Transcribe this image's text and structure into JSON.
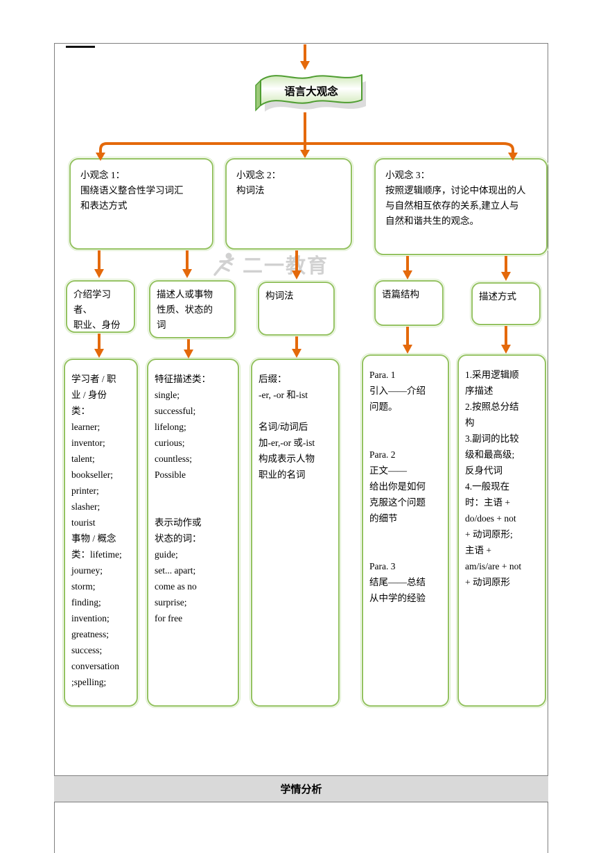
{
  "banner": {
    "label": "语言大观念"
  },
  "concepts": [
    {
      "text": "小观念 1：\n围绕语义整合性学习词汇\n和表达方式"
    },
    {
      "text": "小观念 2：\n构词法"
    },
    {
      "text": "小观念 3：\n按照逻辑顺序，讨论中体现出的人\n与自然相互依存的关系,建立人与\n自然和谐共生的观念。"
    }
  ],
  "categories": [
    {
      "text": "介绍学习者、\n职业、身份"
    },
    {
      "text": "描述人或事物\n性质、状态的\n词"
    },
    {
      "text": "构词法"
    },
    {
      "text": "语篇结构"
    },
    {
      "text": "描述方式"
    }
  ],
  "details": [
    {
      "text": "学习者 / 职\n业 / 身份\n类：\nlearner;\ninventor;\ntalent;\nbookseller;\nprinter;\nslasher;\ntourist\n事物 / 概念\n类：lifetime;\njourney;\nstorm;\nfinding;\ninvention;\ngreatness;\nsuccess;\nconversation\n;spelling;"
    },
    {
      "text": "特征描述类：\nsingle;\nsuccessful;\nlifelong;\ncurious;\ncountless;\nPossible\n\n\n表示动作或\n状态的词：\nguide;\nset... apart;\ncome as no\nsurprise;\nfor free"
    },
    {
      "text": "后缀：\n-er, -or 和-ist\n\n名词/动词后\n加-er,-or 或-ist\n构成表示人物\n职业的名词"
    },
    {
      "text": "Para. 1\n引入——介绍\n问题。\n\n\nPara. 2\n正文——\n给出你是如何\n克服这个问题\n的细节\n\n\nPara. 3\n结尾——总结\n从中学的经验"
    },
    {
      "text": "1.采用逻辑顺\n序描述\n2.按照总分结\n构\n3.副词的比较\n级和最高级;\n反身代词\n4.一般现在\n时：主语 +\ndo/does + not\n+ 动词原形;\n主语 +\nam/is/are + not\n+ 动词原形"
    }
  ],
  "watermark": {
    "text": "二一教育"
  },
  "footer": {
    "label": "学情分析"
  },
  "colors": {
    "accent_orange": "#e4690b",
    "box_green": "#94c261",
    "footer_gray": "#d9d9d9"
  }
}
